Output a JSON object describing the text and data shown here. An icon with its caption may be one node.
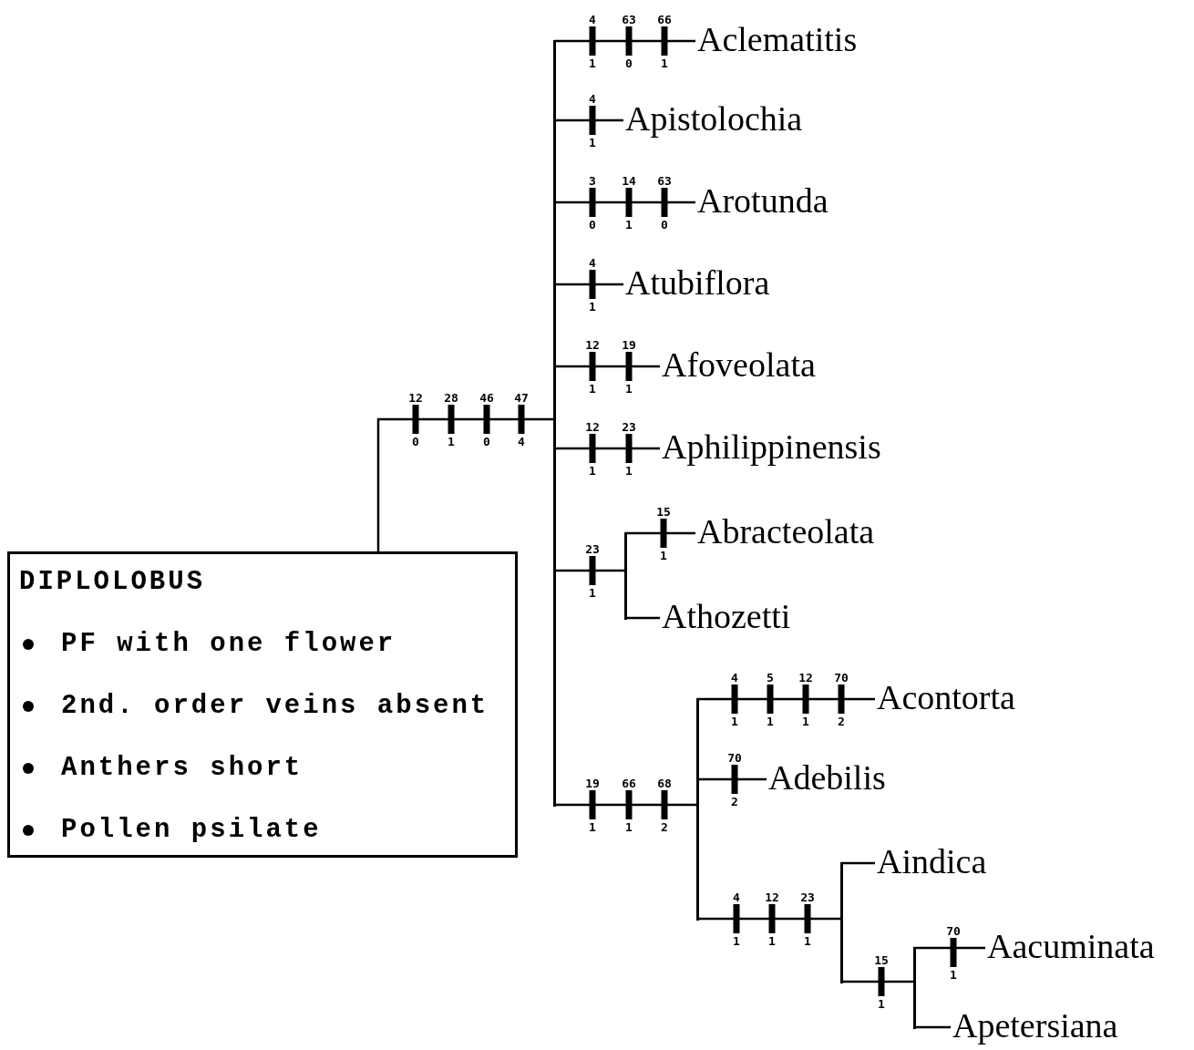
{
  "diagram": {
    "nodes": [
      {
        "text": [
          "DIPLOLOBUS",
          "PF with one flower",
          "2nd. order veins absent",
          "Anthers short",
          "Pollen psilate"
        ]
      },
      {
        "text": [],
        "shape": "junction"
      },
      {
        "text": [
          "Aclematitis"
        ]
      },
      {
        "text": [
          "Apistolochia"
        ]
      },
      {
        "text": [
          "Arotunda"
        ]
      },
      {
        "text": [
          "Atubiflora"
        ]
      },
      {
        "text": [
          "Afoveolata"
        ]
      },
      {
        "text": [
          "Aphilippinensis"
        ]
      },
      {
        "text": [],
        "shape": "junction"
      },
      {
        "text": [
          "Abracteolata"
        ]
      },
      {
        "text": [
          "Athozetti"
        ]
      },
      {
        "text": [],
        "shape": "junction"
      },
      {
        "text": [
          "Acontorta"
        ]
      },
      {
        "text": [
          "Adebilis"
        ]
      },
      {
        "text": [],
        "shape": "junction"
      },
      {
        "text": [
          "Aindica"
        ]
      },
      {
        "text": [],
        "shape": "junction"
      },
      {
        "text": [
          "Aacuminata"
        ]
      },
      {
        "text": [
          "Apetersiana"
        ]
      }
    ],
    "edges": [
      {
        "from": 0,
        "to": 1,
        "arrow": "none"
      },
      {
        "from": 1,
        "to": 2,
        "arrow": "none"
      },
      {
        "from": 1,
        "to": 3,
        "arrow": "none"
      },
      {
        "from": 1,
        "to": 4,
        "arrow": "none"
      },
      {
        "from": 1,
        "to": 5,
        "arrow": "none"
      },
      {
        "from": 1,
        "to": 6,
        "arrow": "none"
      },
      {
        "from": 1,
        "to": 7,
        "arrow": "none"
      },
      {
        "from": 1,
        "to": 8,
        "arrow": "none"
      },
      {
        "from": 8,
        "to": 9,
        "arrow": "none"
      },
      {
        "from": 8,
        "to": 10,
        "arrow": "none"
      },
      {
        "from": 1,
        "to": 11,
        "arrow": "none"
      },
      {
        "from": 11,
        "to": 12,
        "arrow": "none"
      },
      {
        "from": 11,
        "to": 13,
        "arrow": "none"
      },
      {
        "from": 11,
        "to": 14,
        "arrow": "none"
      },
      {
        "from": 14,
        "to": 15,
        "arrow": "none"
      },
      {
        "from": 14,
        "to": 16,
        "arrow": "none"
      },
      {
        "from": 16,
        "to": 17,
        "arrow": "none"
      },
      {
        "from": 16,
        "to": 18,
        "arrow": "none"
      }
    ],
    "labels": [
      "4",
      "63",
      "66",
      "1",
      "0",
      "1",
      "4",
      "1",
      "3",
      "14",
      "63",
      "0",
      "1",
      "0",
      "4",
      "1",
      "12",
      "19",
      "1",
      "1",
      "12",
      "28",
      "46",
      "47",
      "0",
      "1",
      "0",
      "4",
      "12",
      "23",
      "1",
      "1",
      "15",
      "1",
      "23",
      "1",
      "4",
      "5",
      "12",
      "70",
      "1",
      "1",
      "1",
      "2",
      "70",
      "2",
      "19",
      "66",
      "68",
      "1",
      "1",
      "2",
      "4",
      "12",
      "23",
      "1",
      "1",
      "1",
      "70",
      "1",
      "15",
      "1"
    ]
  }
}
